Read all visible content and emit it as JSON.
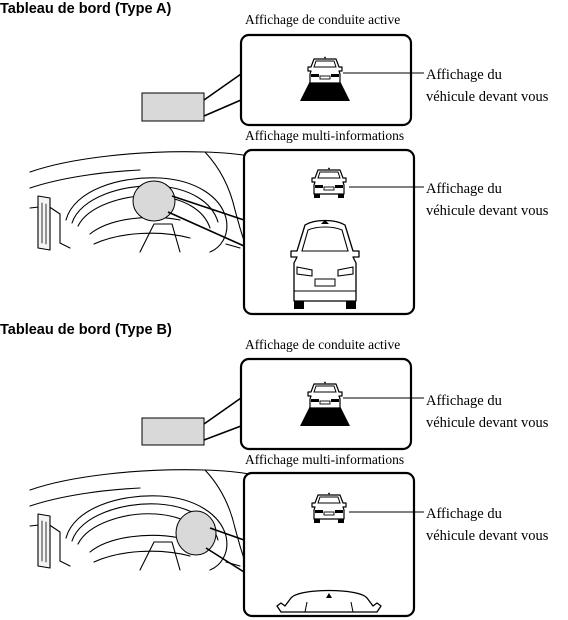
{
  "sections": [
    {
      "heading": "Tableau de bord (Type A)",
      "active_display": {
        "title": "Affichage de conduite active",
        "callout": [
          "Affichage du",
          "véhicule devant vous"
        ]
      },
      "multi_info_display": {
        "title": "Affichage multi-informations",
        "callout": [
          "Affichage du",
          "véhicule devant vous"
        ]
      }
    },
    {
      "heading": "Tableau de bord (Type B)",
      "active_display": {
        "title": "Affichage de conduite active",
        "callout": [
          "Affichage du",
          "véhicule devant vous"
        ]
      },
      "multi_info_display": {
        "title": "Affichage multi-informations",
        "callout": [
          "Affichage du",
          "véhicule devant vous"
        ]
      }
    }
  ],
  "icons": [
    "car-rear-icon",
    "road-icon",
    "car-rear-large-icon",
    "car-hood-icon"
  ],
  "colors": {
    "line": "#000000",
    "highlight_fill": "#d9d9d9",
    "road": "#000000",
    "background": "#ffffff"
  }
}
